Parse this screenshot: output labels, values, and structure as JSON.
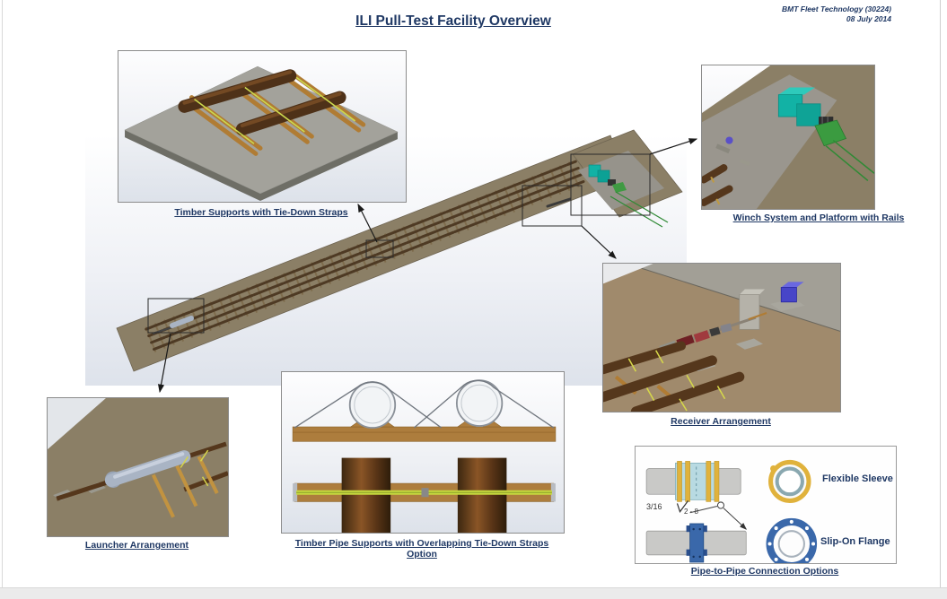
{
  "header": {
    "org": "BMT Fleet Technology (30224)",
    "date": "08 July 2014"
  },
  "title": "ILI Pull-Test Facility Overview",
  "callouts": {
    "timber_supports": {
      "label": "Timber Supports with Tie-Down Straps"
    },
    "winch": {
      "label": "Winch System and Platform with Rails"
    },
    "receiver": {
      "label": "Receiver Arrangement"
    },
    "launcher": {
      "label": "Launcher Arrangement"
    },
    "timber_option": {
      "label": "Timber Pipe Supports with Overlapping Tie-Down Straps Option"
    },
    "connections": {
      "label": "Pipe-to-Pipe Connection Options",
      "flexible_sleeve_label": "Flexible Sleeve",
      "slip_on_flange_label": "Slip-On Flange",
      "weld_size": "3/16",
      "weld_spacing": "2 - 8"
    }
  },
  "colors": {
    "heading_text": "#1f3864",
    "ground_brown": "#8b7f66",
    "pipe_brown": "#55371c",
    "timber_tan": "#b07c34",
    "strap_yellow": "#ccd94e",
    "winch_teal": "#12b2a5",
    "rail_green": "#2f8a35",
    "flange_blue": "#3a68aa",
    "sleeve_blue": "#b8dae2",
    "band_yellow": "#e0b23c",
    "launcher_silver": "#a9b4c4",
    "receiver_red": "#a03a3e",
    "cube_blue": "#4745c8",
    "slab_gray": "#a3a29b"
  }
}
